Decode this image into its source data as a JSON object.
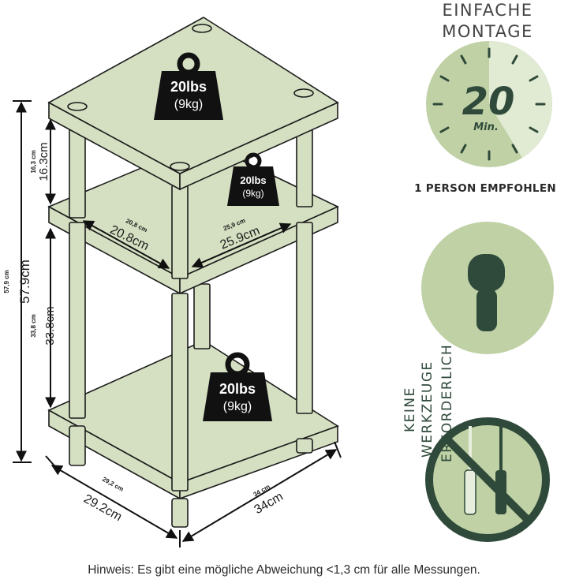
{
  "dimensions": {
    "top_gap_small": "16,3 cm",
    "top_gap": "16.3cm",
    "height_small": "57,9 cm",
    "height": "57.9cm",
    "mid_gap_small": "33,8 cm",
    "mid_gap": "33.8cm",
    "shelf_depth_small": "20,8 cm",
    "shelf_depth": "20.8cm",
    "shelf_width_small": "25,9 cm",
    "shelf_width": "25.9cm",
    "base_depth_small": "29,2 cm",
    "base_depth": "29.2cm",
    "base_width_small": "34 cm",
    "base_width": "34cm"
  },
  "weights": {
    "top": {
      "value": "20lbs",
      "unit": "(9kg)"
    },
    "middle": {
      "value": "20lbs",
      "unit": "(9kg)"
    },
    "bottom": {
      "value": "20lbs",
      "unit": "(9kg)"
    }
  },
  "features": {
    "assembly_title_1": "EINFACHE",
    "assembly_title_2": "MONTAGE",
    "assembly_minutes": "20",
    "assembly_unit": "Min.",
    "persons": "1 PERSON EMPFOHLEN",
    "tools_line_1": "KEINE",
    "tools_line_2": "WERKZEUGE",
    "tools_line_3": "ERFORDERLICH"
  },
  "footnote": "Hinweis: Es gibt eine mögliche Abweichung <1,3 cm für alle Messungen.",
  "colors": {
    "shelf": "#d5e0c2",
    "circle": "#bfd1a5",
    "circle_light": "#dde7cc",
    "dark_green": "#2f4a3a",
    "weight": "#111111"
  }
}
